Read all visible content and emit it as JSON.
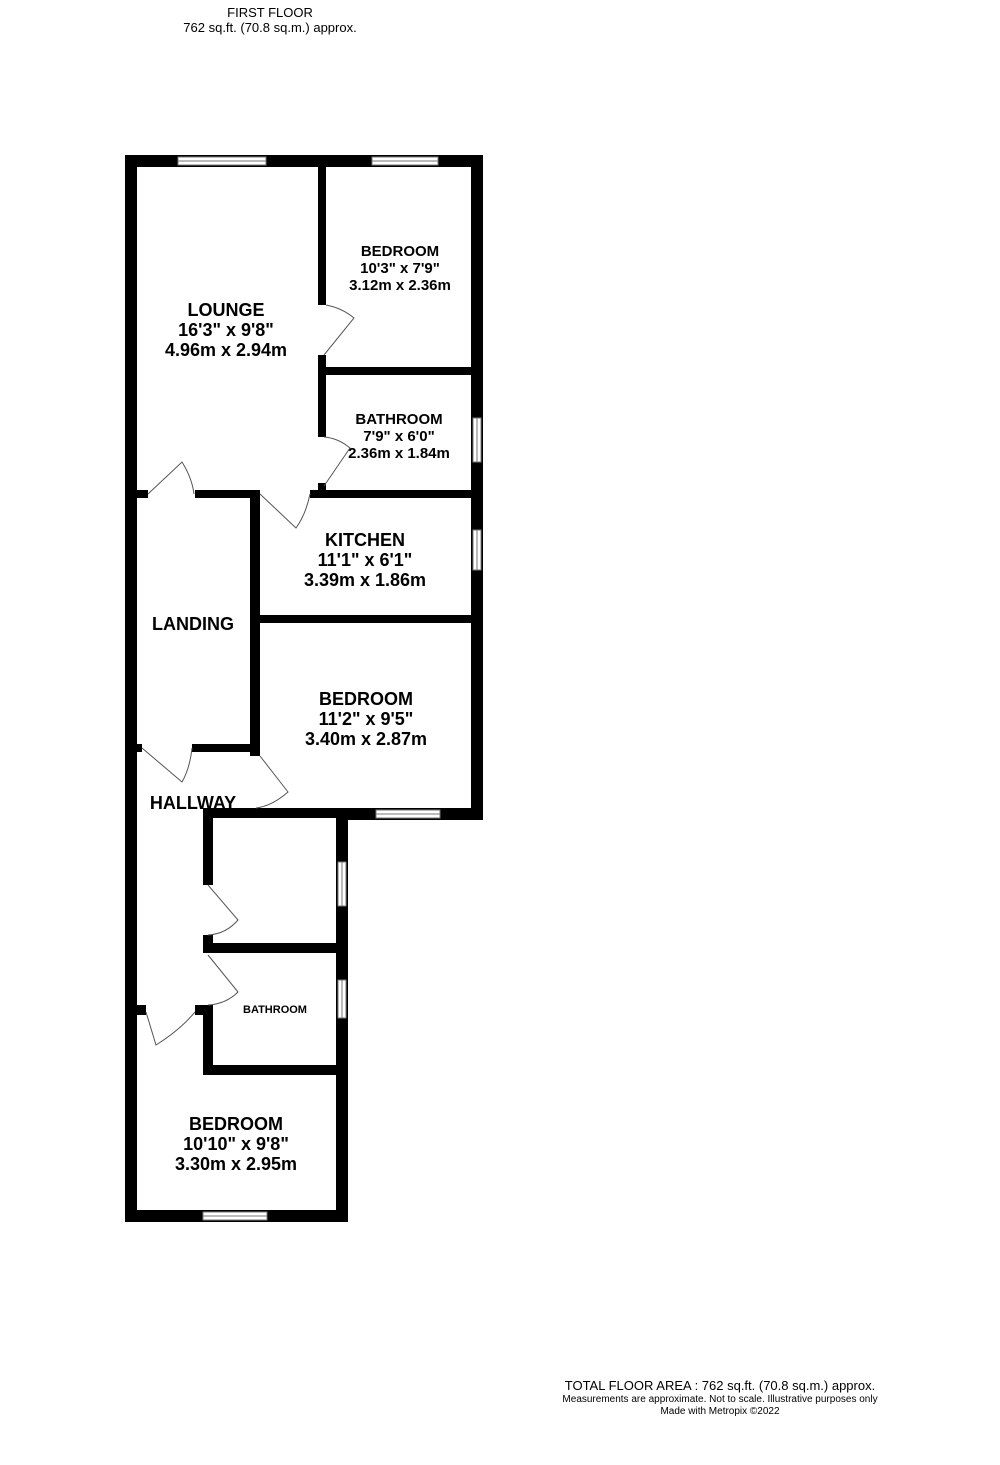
{
  "header": {
    "floor_name": "FIRST FLOOR",
    "floor_area": "762 sq.ft. (70.8 sq.m.) approx."
  },
  "rooms": {
    "lounge": {
      "name": "LOUNGE",
      "imperial": "16'3\"  x 9'8\"",
      "metric": "4.96m  x 2.94m"
    },
    "bedroom_1": {
      "name": "BEDROOM",
      "imperial": "10'3\"  x 7'9\"",
      "metric": "3.12m  x 2.36m"
    },
    "bathroom_1": {
      "name": "BATHROOM",
      "imperial": "7'9\"  x 6'0\"",
      "metric": "2.36m  x 1.84m"
    },
    "kitchen": {
      "name": "KITCHEN",
      "imperial": "11'1\"  x 6'1\"",
      "metric": "3.39m  x 1.86m"
    },
    "landing": {
      "name": "LANDING"
    },
    "bedroom_2": {
      "name": "BEDROOM",
      "imperial": "11'2\"  x 9'5\"",
      "metric": "3.40m  x 2.87m"
    },
    "hallway": {
      "name": "HALLWAY"
    },
    "bathroom_2": {
      "name": "BATHROOM"
    },
    "bedroom_3": {
      "name": "BEDROOM",
      "imperial": "10'10\"  x 9'8\"",
      "metric": "3.30m  x 2.95m"
    }
  },
  "footer": {
    "total_area": "TOTAL FLOOR AREA : 762 sq.ft. (70.8 sq.m.) approx.",
    "disclaimer": "Measurements are approximate.  Not to scale.  Illustrative purposes only",
    "credit": "Made with Metropix ©2022"
  },
  "colors": {
    "wall": "#000000",
    "background": "#ffffff"
  }
}
